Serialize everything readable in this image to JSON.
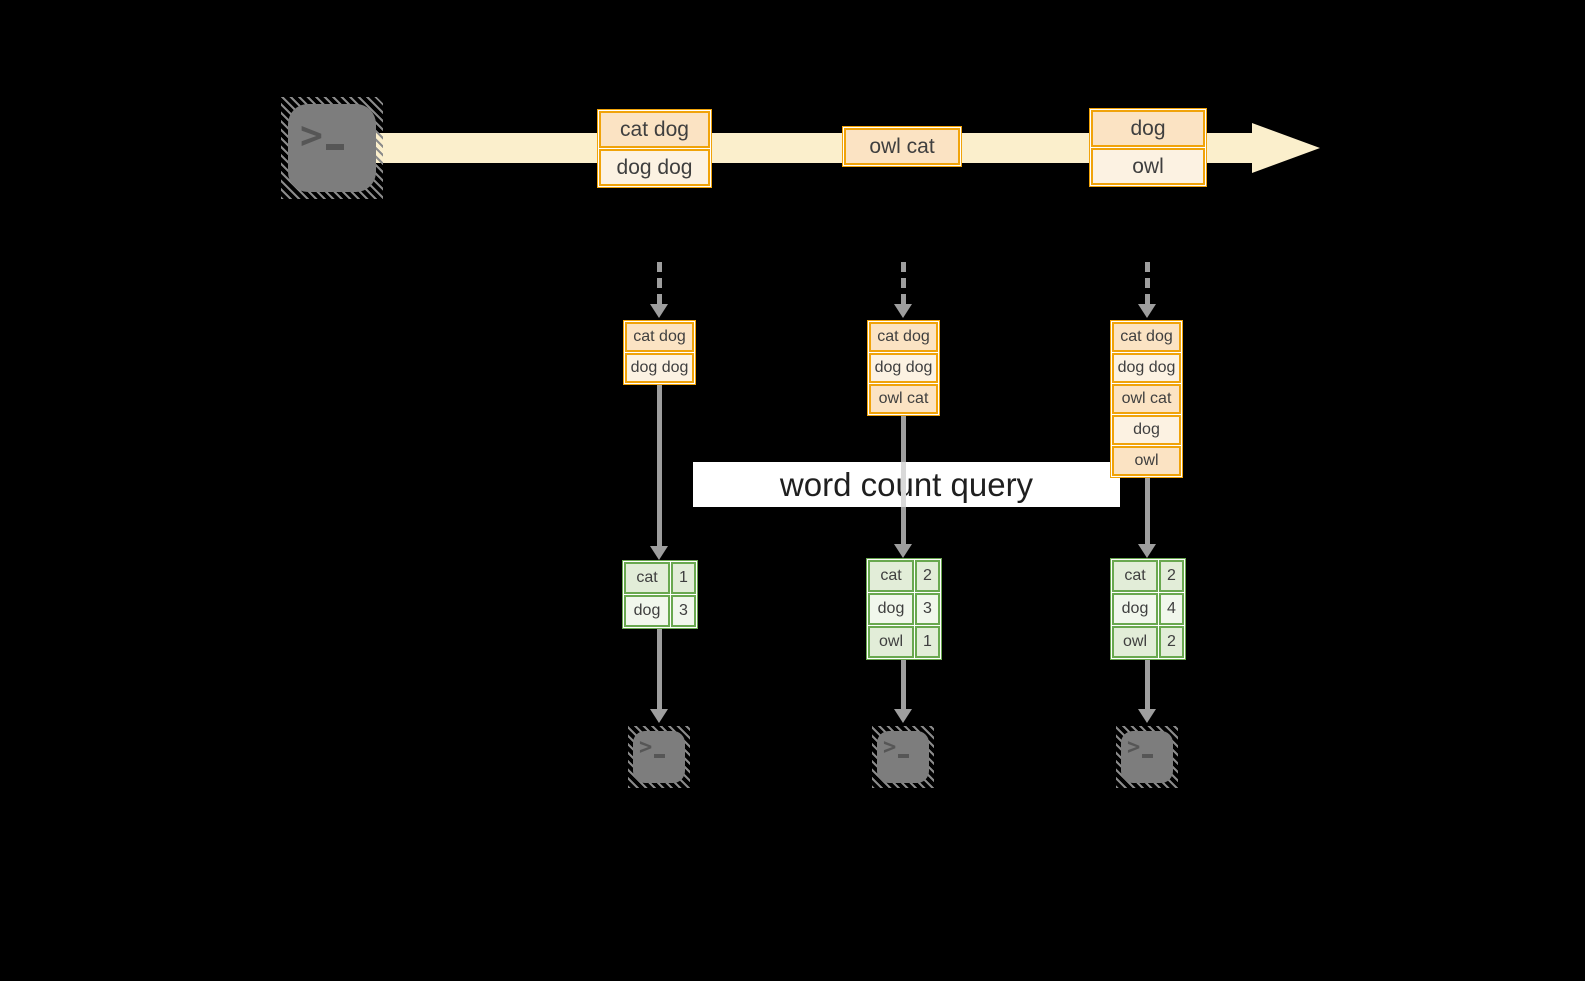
{
  "diagram": {
    "title_hint": "streaming word count pipeline",
    "colors": {
      "background": "#000000",
      "stream_band": "#FBEFCC",
      "event_border": "#F0A30A",
      "event_fill_dark": "#FBE3C3",
      "event_fill_light": "#FCF2E2",
      "table_border": "#69A84F",
      "table_fill_dark": "#E2EDD8",
      "table_fill_light": "#F1F7EC",
      "arrow_gray": "#9e9e9e",
      "terminal_gray": "#7d7d7d",
      "banner_bg": "#ffffff"
    },
    "banner": {
      "label": "word count query"
    },
    "stream": {
      "source_icon": "terminal",
      "events": [
        {
          "cells": [
            "cat dog",
            "dog dog"
          ]
        },
        {
          "cells": [
            "owl cat"
          ]
        },
        {
          "cells": [
            "dog",
            "owl"
          ]
        }
      ]
    },
    "columns": [
      {
        "buffer_cells": [
          "cat dog",
          "dog dog"
        ],
        "count_rows": [
          [
            "cat",
            "1"
          ],
          [
            "dog",
            "3"
          ]
        ],
        "sink_icon": "terminal"
      },
      {
        "buffer_cells": [
          "cat dog",
          "dog dog",
          "owl cat"
        ],
        "count_rows": [
          [
            "cat",
            "2"
          ],
          [
            "dog",
            "3"
          ],
          [
            "owl",
            "1"
          ]
        ],
        "sink_icon": "terminal"
      },
      {
        "buffer_cells": [
          "cat dog",
          "dog dog",
          "owl cat",
          "dog",
          "owl"
        ],
        "count_rows": [
          [
            "cat",
            "2"
          ],
          [
            "dog",
            "4"
          ],
          [
            "owl",
            "2"
          ]
        ],
        "sink_icon": "terminal"
      }
    ]
  }
}
